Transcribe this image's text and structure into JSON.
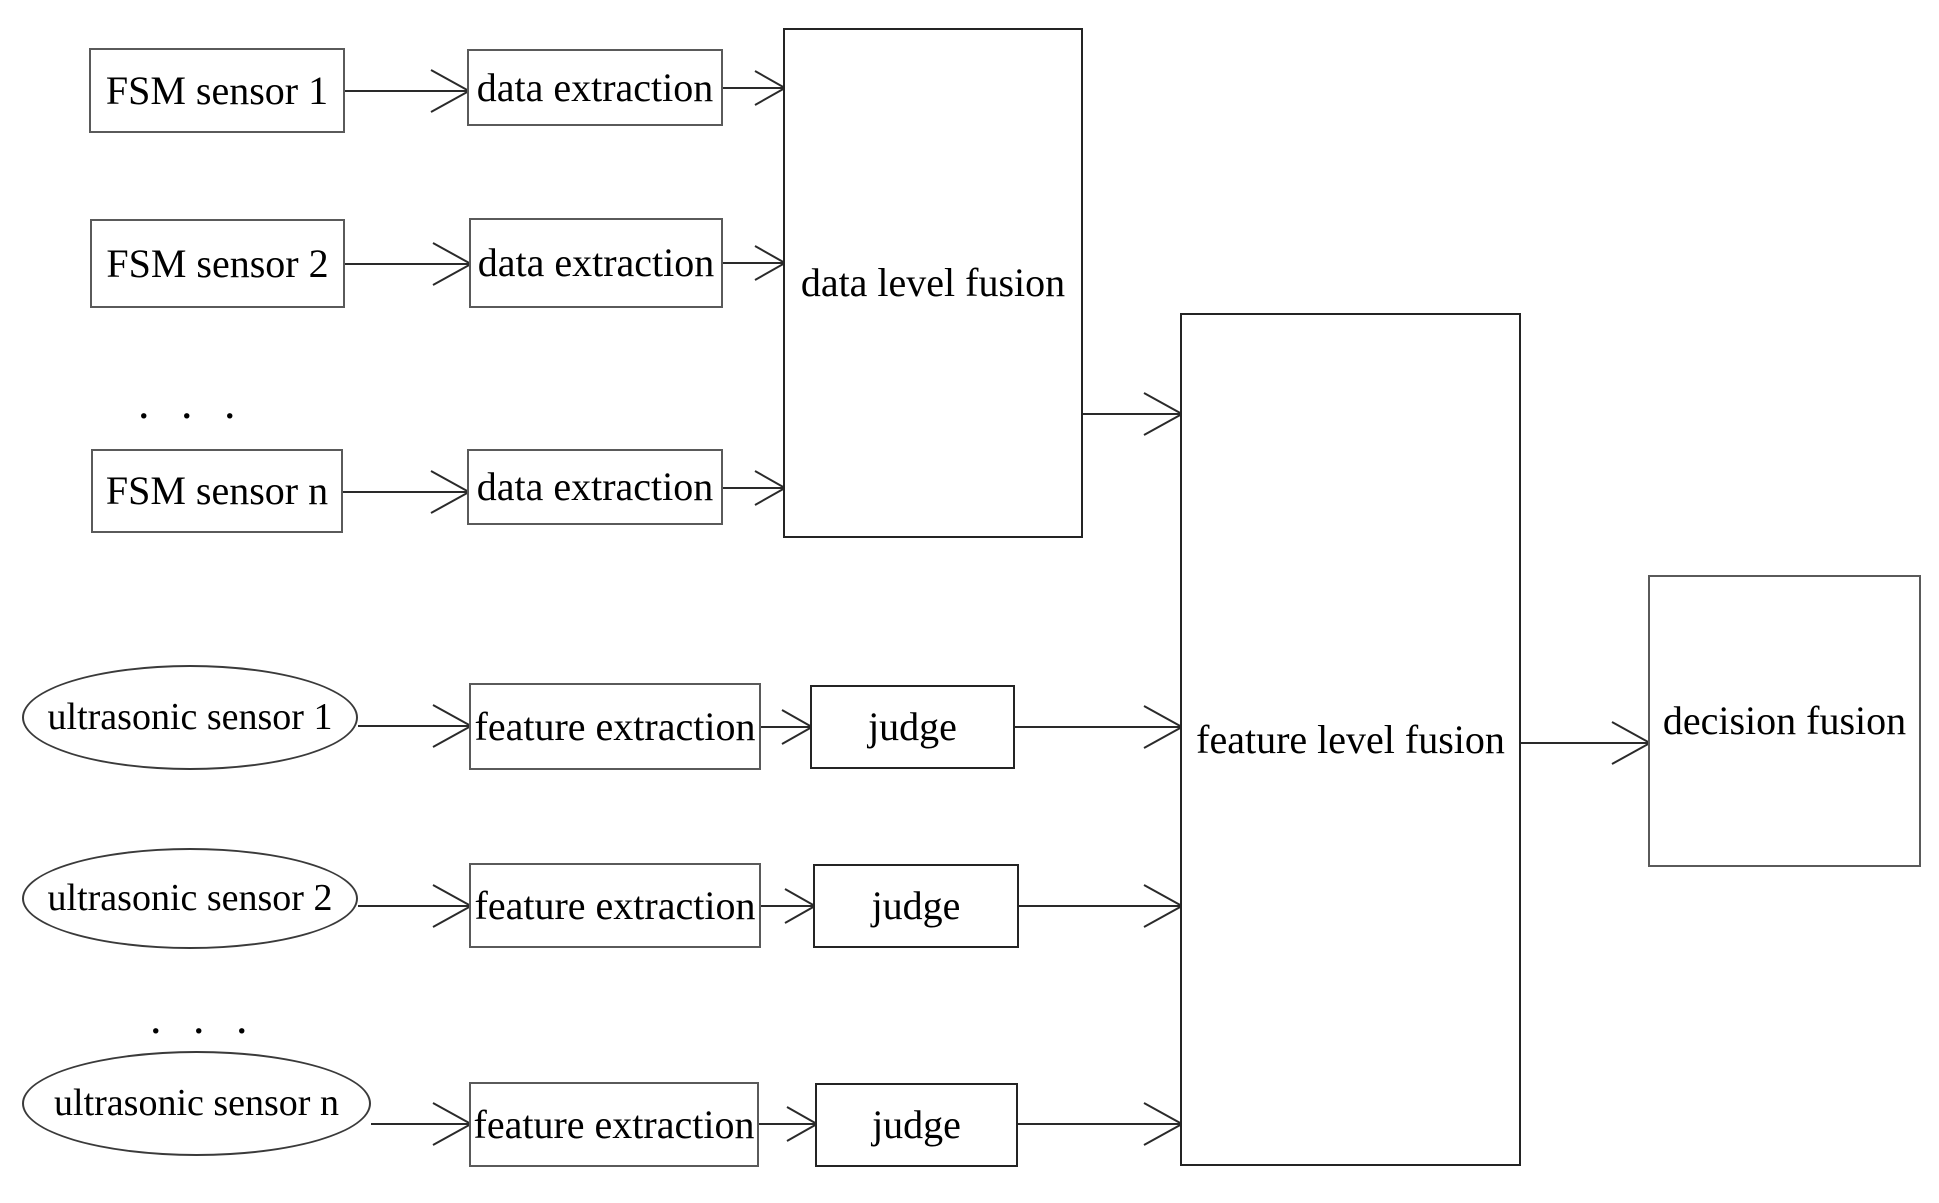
{
  "diagram": {
    "background": "#ffffff",
    "line_color": "#2a2a2a",
    "text_color": "#000000",
    "fsm_flow": {
      "sensors": [
        "FSM sensor 1",
        "FSM sensor 2",
        "FSM sensor n"
      ],
      "ellipsis": ". . .",
      "extraction_label": "data extraction",
      "fusion_label": "data level fusion"
    },
    "ultrasonic_flow": {
      "sensors": [
        "ultrasonic sensor 1",
        "ultrasonic sensor 2",
        "ultrasonic sensor n"
      ],
      "ellipsis": ". . .",
      "extraction_label": "feature extraction",
      "judge_label": "judge",
      "fusion_label": "feature level fusion"
    },
    "decision_label": "decision fusion"
  }
}
